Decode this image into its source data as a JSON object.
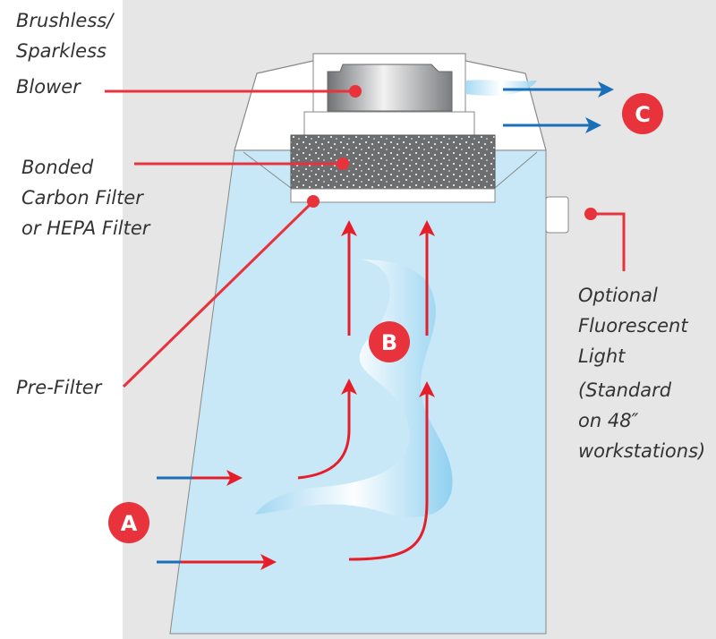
{
  "labels": {
    "blower": [
      "Brushless/",
      "Sparkless",
      "Blower"
    ],
    "filter": [
      "Bonded",
      "Carbon Filter",
      "or HEPA Filter"
    ],
    "prefilter": "Pre-Filter",
    "light": [
      "Optional",
      "Fluorescent",
      "Light",
      "(Standard",
      "on 48″",
      "workstations)"
    ]
  },
  "badges": {
    "a": "A",
    "b": "B",
    "c": "C"
  },
  "colors": {
    "chamber": "#c8e8f8",
    "pointer": "#e8323c",
    "inflow_arrow": "#e61e2a",
    "outflow_arrow": "#1a6fb8",
    "filter": "#6d6e70",
    "background": "#e6e6e6"
  }
}
